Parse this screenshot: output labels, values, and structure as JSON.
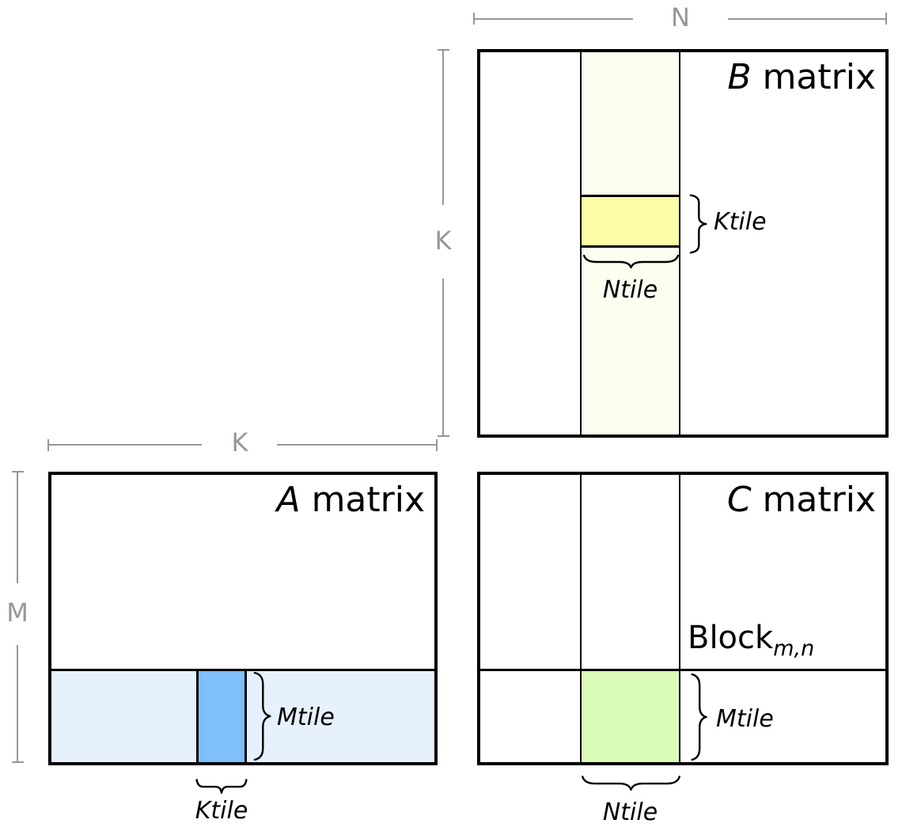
{
  "dims": {
    "n": "N",
    "k_vertical": "K",
    "k_horizontal": "K",
    "m": "M"
  },
  "matrix_b": {
    "letter": "B",
    "suffix": " matrix",
    "ktile": "Ktile",
    "ntile": "Ntile"
  },
  "matrix_a": {
    "letter": "A",
    "suffix": " matrix",
    "mtile": "Mtile",
    "ktile": "Ktile"
  },
  "matrix_c": {
    "letter": "C",
    "suffix": " matrix",
    "block": "Block",
    "block_sub": "m,n",
    "mtile": "Mtile",
    "ntile": "Ntile"
  },
  "colors": {
    "b_strip_fill": "#fdfdf0",
    "b_tile_fill": "#fcfca6",
    "a_band_fill": "#e7f1fd",
    "a_tile_fill": "#7fbffc",
    "c_tile_fill": "#dbfcb8",
    "dim_line_gray": "#979797",
    "outline_black": "#000000"
  }
}
